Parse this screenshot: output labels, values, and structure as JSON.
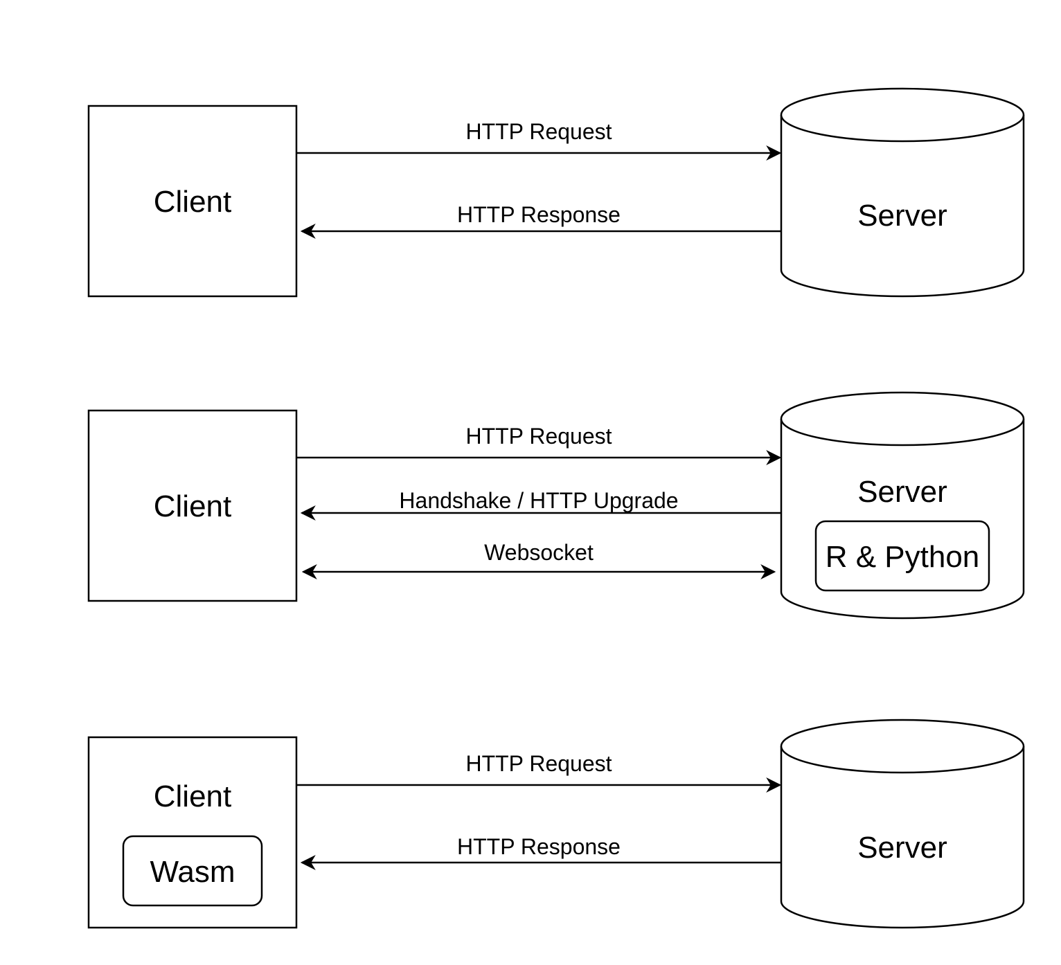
{
  "colors": {
    "stroke": "#000000",
    "background": "#ffffff"
  },
  "diagrams": [
    {
      "client": {
        "label": "Client"
      },
      "server": {
        "label": "Server"
      },
      "edges": [
        {
          "label": "HTTP Request",
          "direction": "to-server"
        },
        {
          "label": "HTTP Response",
          "direction": "to-client"
        }
      ]
    },
    {
      "client": {
        "label": "Client"
      },
      "server": {
        "label": "Server",
        "inner_label": "R & Python"
      },
      "edges": [
        {
          "label": "HTTP Request",
          "direction": "to-server"
        },
        {
          "label": "Handshake / HTTP Upgrade",
          "direction": "to-client"
        },
        {
          "label": "Websocket",
          "direction": "bidirectional"
        }
      ]
    },
    {
      "client": {
        "label": "Client",
        "inner_label": "Wasm"
      },
      "server": {
        "label": "Server"
      },
      "edges": [
        {
          "label": "HTTP Request",
          "direction": "to-server"
        },
        {
          "label": "HTTP Response",
          "direction": "to-client"
        }
      ]
    }
  ]
}
